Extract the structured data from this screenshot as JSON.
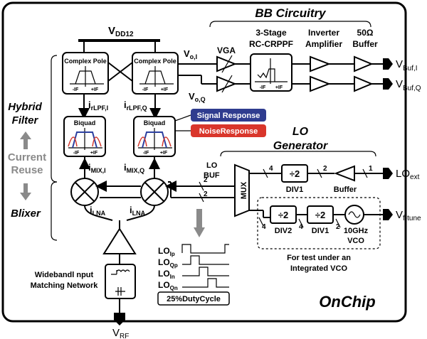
{
  "title_onchip": "OnChip",
  "bb_circuitry": "BB Circuitry",
  "vdd": "V",
  "vdd_sub": "DD12",
  "complex_pole_i": "Complex Pole",
  "complex_pole_q": "Complex Pole",
  "minus_if": "-IF",
  "plus_if": "+IF",
  "biquad_i": "Biquad",
  "biquad_q": "Biquad",
  "signal_response": "Signal Response",
  "noise_response": "NoiseResponse",
  "hybrid_filter": "Hybrid",
  "hybrid_filter2": "Filter",
  "current_reuse1": "Current",
  "current_reuse2": "Reuse",
  "blixer": "Blixer",
  "i_rlpf_i": "i",
  "i_rlpf_i_sub": "rLPF,I",
  "i_rlpf_q": "i",
  "i_rlpf_q_sub": "rLPF,Q",
  "i_mix_i": "i",
  "i_mix_i_sub": "MIX,I",
  "i_mix_q": "i",
  "i_mix_q_sub": "MIX,Q",
  "i_lna_1": "i",
  "i_lna_1_sub": "LNA",
  "i_lna_2": "i",
  "i_lna_2_sub": "LNA",
  "vga": "VGA",
  "rc_crppf_1": "3-Stage",
  "rc_crppf_2": "RC-CRPPF",
  "inverter_1": "Inverter",
  "inverter_2": "Amplifier",
  "buffer50_1": "50Ω",
  "buffer50_2": "Buffer",
  "vo_i": "V",
  "vo_i_sub": "o,I",
  "vo_q": "V",
  "vo_q_sub": "o,Q",
  "vbuf_i": "V",
  "vbuf_i_sub": "Buf,I",
  "vbuf_q": "V",
  "vbuf_q_sub": "Buf,Q",
  "lo_gen_1": "LO",
  "lo_gen_2": "Generator",
  "lo_buf_1": "LO",
  "lo_buf_2": "BUF",
  "mux": "MUX",
  "div2": "÷2",
  "div1_label": "DIV1",
  "div2_label": "DIV2",
  "buffer": "Buffer",
  "lo_ext": "LO",
  "lo_ext_sub": "ext",
  "vf_tune": "V",
  "vf_tune_sub": "f-tune",
  "vco_1": "10GHz",
  "vco_2": "VCO",
  "test_note_1": "For test under an",
  "test_note_2": "Integrated VCO",
  "bus_4": "4",
  "bus_2": "2",
  "bus_1": "1",
  "lo_ip": "LO",
  "lo_ip_sub": "Ip",
  "lo_qp": "LO",
  "lo_qp_sub": "Qp",
  "lo_in": "LO",
  "lo_in_sub": "In",
  "lo_qn": "LO",
  "lo_qn_sub": "Qn",
  "duty_cycle": "25%DutyCycle",
  "matching_1": "Widebandl nput",
  "matching_2": "Matching Network",
  "vrf": "V",
  "vrf_sub": "RF",
  "colors": {
    "signal_bg": "#2f3c8f",
    "noise_bg": "#d9362b",
    "biquad_blue": "#2b3fa0",
    "biquad_red": "#d43a2f",
    "arrow_gray": "#8a8a8a"
  }
}
